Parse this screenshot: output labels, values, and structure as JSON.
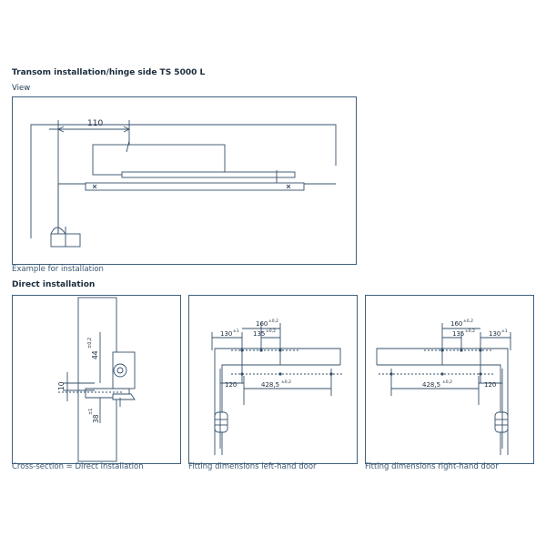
{
  "heading": {
    "title": "Transom installation/hinge side TS 5000 L",
    "view": "View",
    "direct": "Direct installation"
  },
  "view": {
    "dimension": "110",
    "caption": "Example for installation"
  },
  "cross_section": {
    "caption": "Cross-section = Direct installation",
    "d44": "44",
    "d44_tol": "±0,2",
    "d10": "10",
    "d38": "38",
    "d38_tol": "±1"
  },
  "left_door": {
    "caption": "Fitting dimensions left-hand door",
    "d160": "160",
    "d160_tol": "±0,2",
    "d130": "130",
    "d130_tol": "±1",
    "d135": "135",
    "d135_tol": "±0,2",
    "d120": "120",
    "d428": "428,5",
    "d428_tol": "±0,2"
  },
  "right_door": {
    "caption": "Fitting dimensions right-hand door",
    "d160": "160",
    "d160_tol": "±0,2",
    "d135": "135",
    "d135_tol": "±0,2",
    "d130": "130",
    "d130_tol": "±1",
    "d428": "428,5",
    "d428_tol": "±0,2",
    "d120": "120"
  }
}
